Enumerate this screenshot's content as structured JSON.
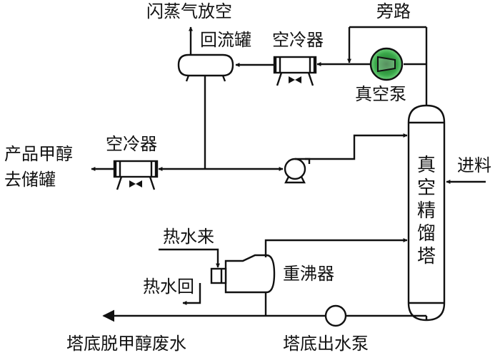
{
  "labels": {
    "flash_vent": "闪蒸气放空",
    "bypass": "旁路",
    "reflux_drum": "回流罐",
    "air_cooler_top": "空冷器",
    "vacuum_pump": "真空泵",
    "air_cooler_product": "空冷器",
    "product_line1": "产品甲醇",
    "product_line2": "去储罐",
    "feed": "进料",
    "column": "真空精馏塔",
    "hot_water_in": "热水来",
    "hot_water_return": "热水回",
    "reboiler": "重沸器",
    "bottom_waste": "塔底脱甲醇废水",
    "bottom_pump": "塔底出水泵"
  },
  "colors": {
    "line": "#111111",
    "pump_fill": "#2f9e3f"
  },
  "icons": [
    "arrow-head",
    "centrifugal-pump-icon",
    "fan-icon",
    "vacuum-pump-icon"
  ]
}
